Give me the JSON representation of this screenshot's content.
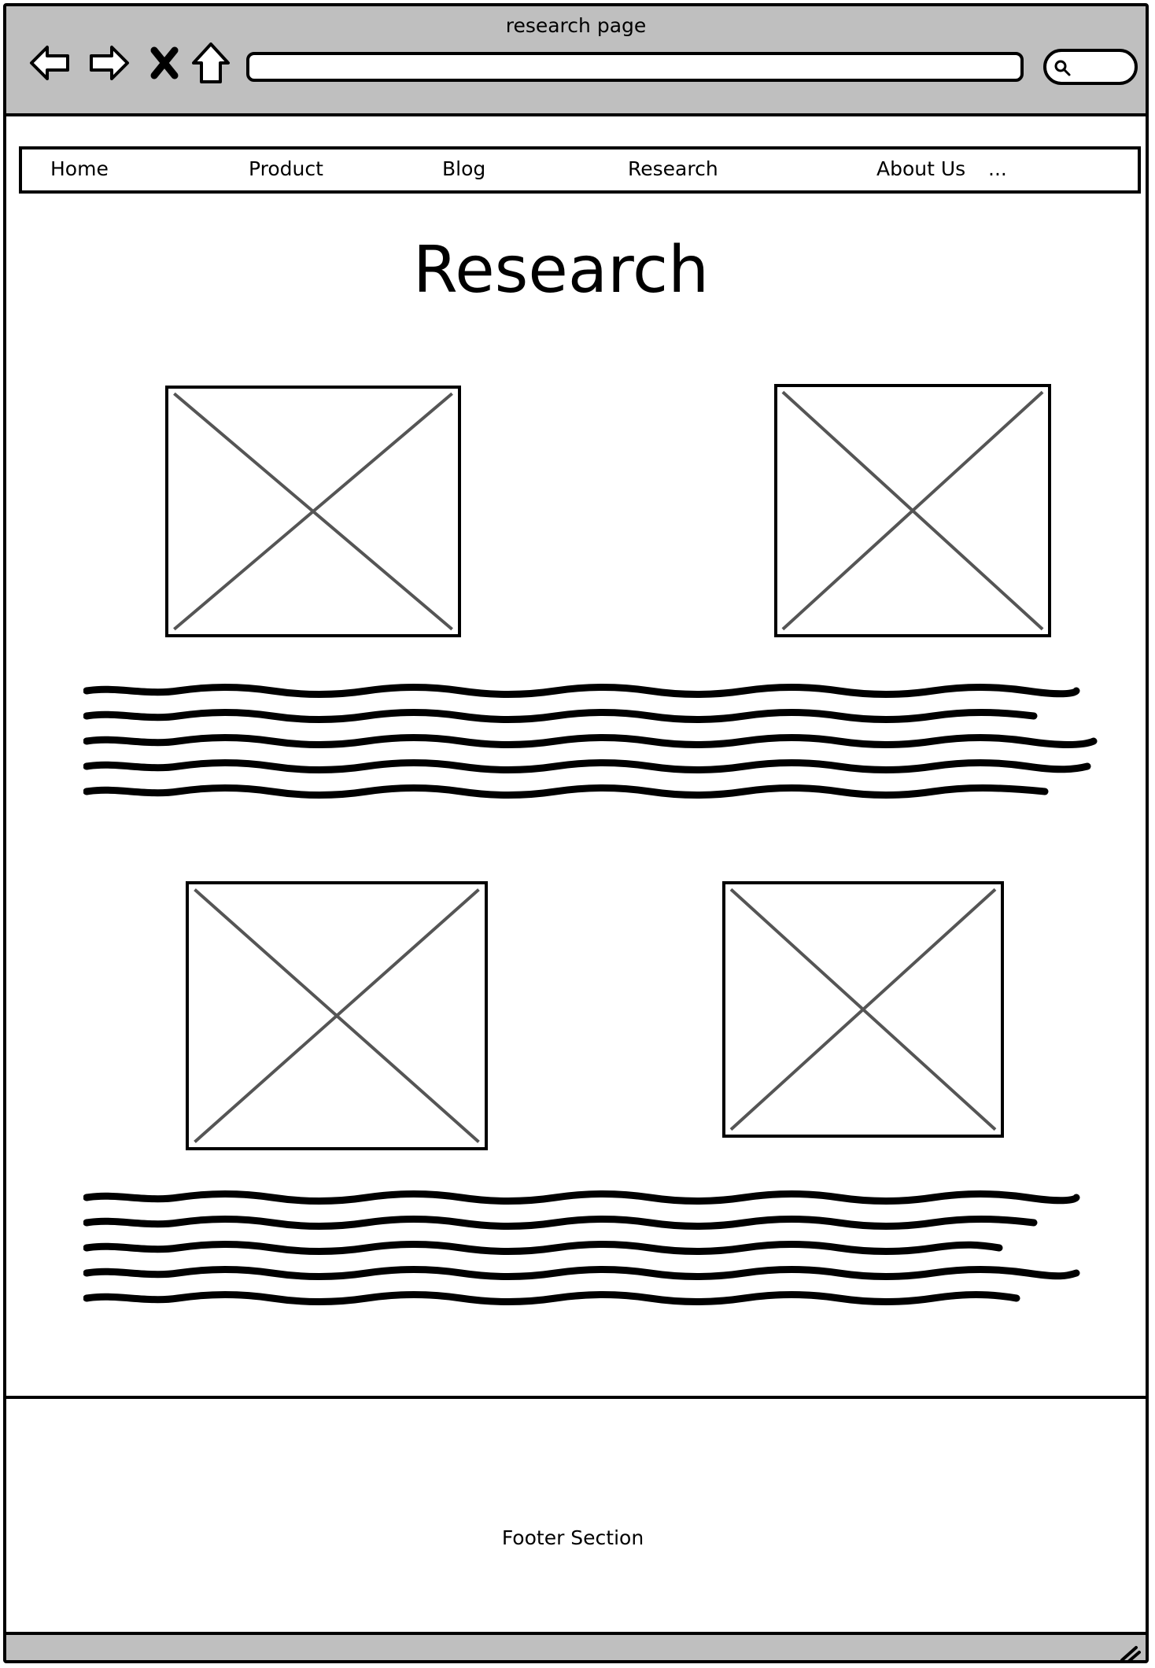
{
  "window": {
    "title": "research page"
  },
  "toolbar": {
    "back_icon": "back-arrow-icon",
    "forward_icon": "forward-arrow-icon",
    "stop_icon": "close-icon",
    "home_icon": "home-icon",
    "address_value": "",
    "search_value": "",
    "search_icon": "search-icon"
  },
  "nav": {
    "items": [
      {
        "label": "Home"
      },
      {
        "label": "Product"
      },
      {
        "label": "Blog"
      },
      {
        "label": "Research"
      },
      {
        "label": "About Us"
      },
      {
        "label": "..."
      }
    ]
  },
  "main": {
    "heading": "Research"
  },
  "footer": {
    "label": "Footer Section"
  },
  "colors": {
    "chrome": "#bfbfbf",
    "border": "#000000",
    "placeholder_cross": "#555555"
  }
}
